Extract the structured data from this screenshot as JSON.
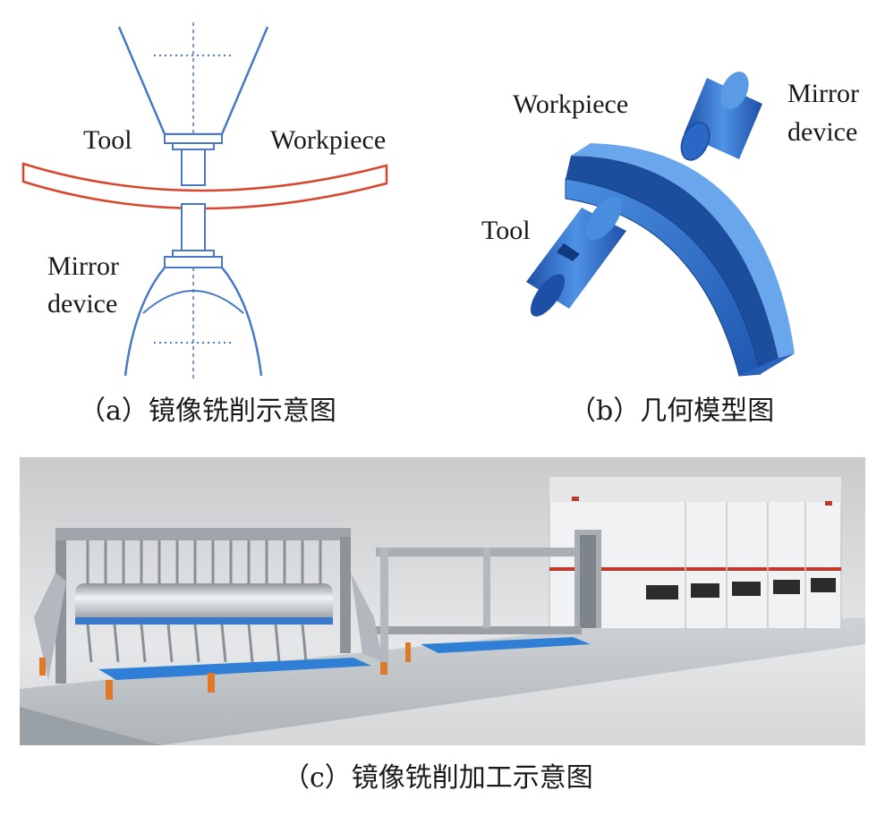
{
  "panel_a": {
    "labels": {
      "tool": "Tool",
      "workpiece": "Workpiece",
      "mirror_line1": "Mirror",
      "mirror_line2": "device"
    },
    "caption": "（a）镜像铣削示意图"
  },
  "panel_b": {
    "labels": {
      "workpiece": "Workpiece",
      "mirror_line1": "Mirror",
      "mirror_line2": "device",
      "tool": "Tool"
    },
    "caption": "（b）几何模型图"
  },
  "panel_c": {
    "caption": "（c）镜像铣削加工示意图"
  },
  "colors": {
    "schematic_line": "#4a78c8",
    "workpiece_red": "#d9462e",
    "model_blue": "#2e6bcf",
    "accent_red": "#c0392b",
    "safety_orange": "#e0782a"
  }
}
